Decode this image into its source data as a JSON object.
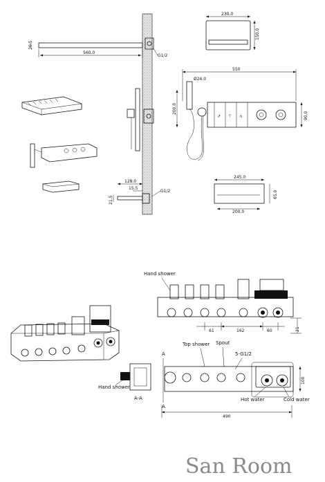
{
  "top_view": {
    "dims": {
      "arm_height": "20.5",
      "arm_length": "560.0",
      "inlet": "G1/2",
      "head_width": "230.0",
      "head_depth": "150.0",
      "panel_width": "550",
      "hose_dia": "Ø24.0",
      "panel_height_left": "200.0",
      "panel_height_right": "90.0",
      "spout_offset": "128.0",
      "spout_small": "15.5",
      "spout_inlet": "G1/2",
      "spout_height": "21.5",
      "spout_top_width": "245.0",
      "spout_bottom_width": "200.0",
      "spout_side": "65.0"
    }
  },
  "bottom_view": {
    "labels": {
      "hand_shower_top": "Hand shower",
      "top_shower": "Top shower",
      "spout": "Spout",
      "thread": "5-G1/2",
      "hand_shower_side": "Hand shower",
      "section": "A-A",
      "section_mark_a1": "A",
      "section_mark_a2": "A",
      "hot_water": "Hot water",
      "cold_water": "Cold water"
    },
    "dims": {
      "d61": "61",
      "d162": "162",
      "d60": "60",
      "d21": "21",
      "d100": "100",
      "d490": "490"
    }
  },
  "brand": "San Room"
}
